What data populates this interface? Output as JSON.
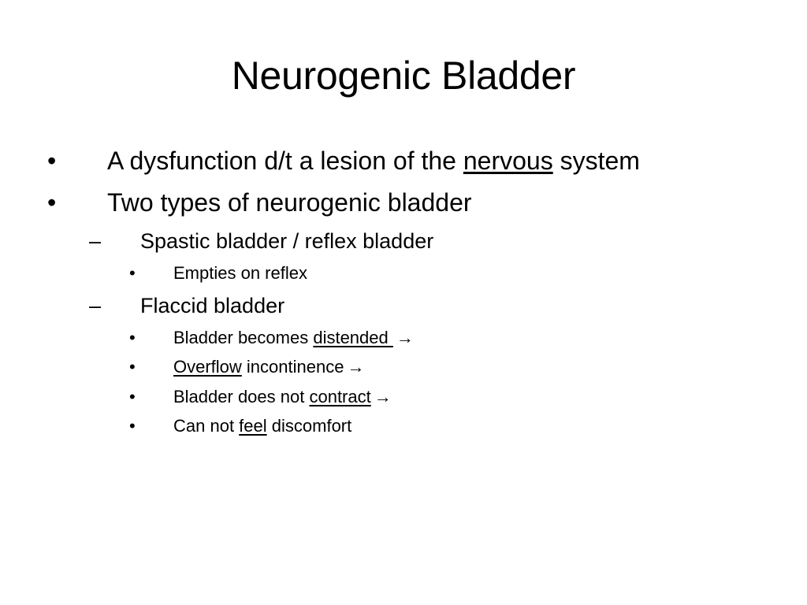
{
  "slide": {
    "title": "Neurogenic Bladder",
    "markers": {
      "level1": "•",
      "level2": "–",
      "level3": "•",
      "arrow": "→"
    },
    "items": [
      {
        "level": 1,
        "parts": [
          "A dysfunction d/t a lesion of the ",
          "nervous",
          " system"
        ]
      },
      {
        "level": 1,
        "parts": [
          "Two types of neurogenic bladder"
        ]
      },
      {
        "level": 2,
        "parts": [
          "Spastic bladder / reflex bladder"
        ]
      },
      {
        "level": 3,
        "parts": [
          "Empties on reflex"
        ]
      },
      {
        "level": 2,
        "parts": [
          "Flaccid bladder"
        ]
      },
      {
        "level": 3,
        "parts": [
          "Bladder becomes ",
          "distended "
        ]
      },
      {
        "level": 3,
        "parts": [
          "Overflow",
          " incontinence"
        ]
      },
      {
        "level": 3,
        "parts": [
          "Bladder does not ",
          "contract"
        ]
      },
      {
        "level": 3,
        "parts": [
          "Can not ",
          "feel",
          " discomfort"
        ]
      }
    ]
  }
}
